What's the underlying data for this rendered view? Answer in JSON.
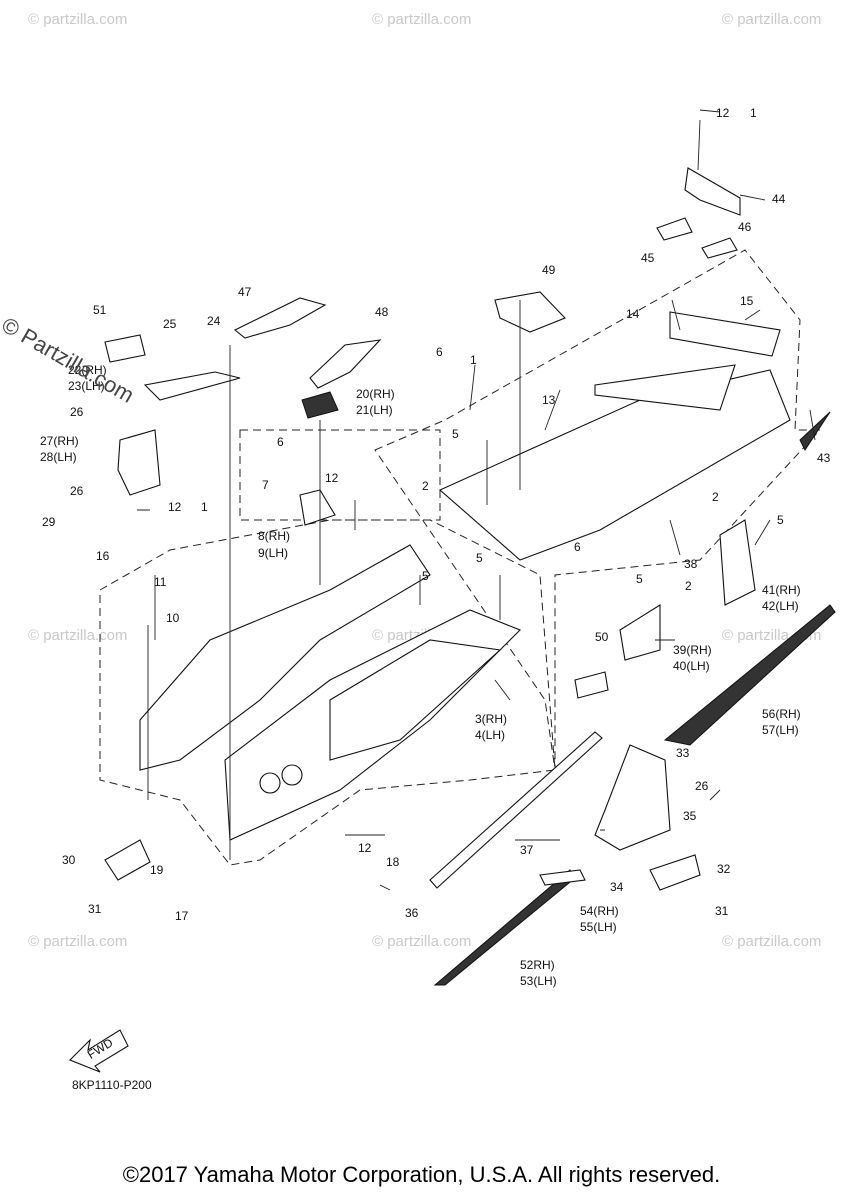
{
  "diagram": {
    "code": "8KP1110-P200",
    "fwd_label": "FWD",
    "copyright": "©2017 Yamaha Motor Corporation, U.S.A. All rights reserved.",
    "side_watermark": "© Partzilla.com",
    "watermark": "© partzilla.com"
  },
  "callouts": [
    "12",
    "1",
    "44",
    "46",
    "45",
    "49",
    "47",
    "48",
    "51",
    "25",
    "24",
    "15",
    "14",
    "6",
    "1",
    "22(RH)",
    "23(LH)",
    "20(RH)",
    "21(LH)",
    "13",
    "26",
    "5",
    "43",
    "27(RH)",
    "28(LH)",
    "6",
    "7",
    "12",
    "2",
    "26",
    "29",
    "12",
    "1",
    "8(RH)",
    "9(LH)",
    "16",
    "5",
    "6",
    "11",
    "10",
    "5",
    "2",
    "5",
    "38",
    "5",
    "2",
    "41(RH)",
    "42(LH)",
    "39(RH)",
    "40(LH)",
    "50",
    "3(RH)",
    "4(LH)",
    "56(RH)",
    "57(LH)",
    "33",
    "26",
    "35",
    "30",
    "19",
    "12",
    "37",
    "32",
    "18",
    "34",
    "31",
    "17",
    "36",
    "54(RH)",
    "55(LH)",
    "31",
    "52RH)",
    "53(LH)"
  ]
}
